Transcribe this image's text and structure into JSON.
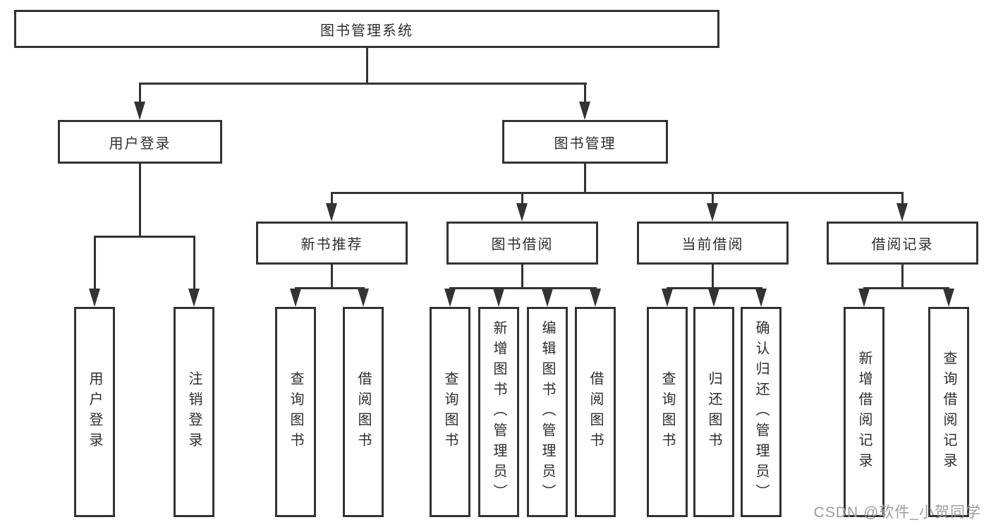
{
  "diagram": {
    "root": {
      "label": "图书管理系统"
    },
    "branches": [
      {
        "label": "用户登录",
        "children": [
          "用户登录",
          "注销登录"
        ]
      },
      {
        "label": "图书管理",
        "groups": [
          {
            "label": "新书推荐",
            "children": [
              "查询图书",
              "借阅图书"
            ]
          },
          {
            "label": "图书借阅",
            "children": [
              "查询图书",
              "新增图书（管理员）",
              "编辑图书（管理员）",
              "借阅图书"
            ]
          },
          {
            "label": "当前借阅",
            "children": [
              "查询图书",
              "归还图书",
              "确认归还（管理员）"
            ]
          },
          {
            "label": "借阅记录",
            "children": [
              "新增借阅记录",
              "查询借阅记录"
            ]
          }
        ]
      }
    ]
  },
  "watermark": {
    "text": "CSDN @软件_小贺同学"
  },
  "colors": {
    "line": "#333333",
    "text": "#2d2d2d",
    "watermark": "#9c9c9c",
    "background": "#ffffff"
  }
}
